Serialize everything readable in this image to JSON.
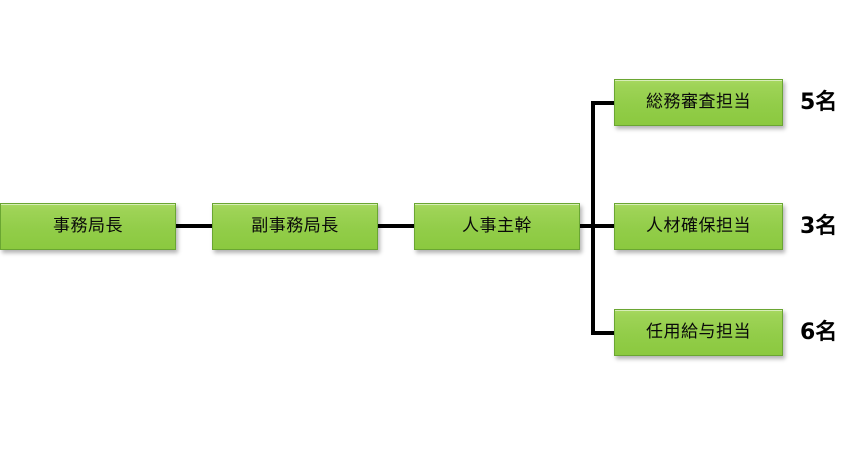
{
  "diagram": {
    "type": "organization-chart",
    "background_color": "#ffffff",
    "box_fill_color": "#93ce4a",
    "box_border_color": "#6aa632",
    "connector_color": "#000000",
    "chain": [
      {
        "label": "事務局長"
      },
      {
        "label": "副事務局長"
      },
      {
        "label": "人事主幹"
      }
    ],
    "branches": [
      {
        "label": "総務審査担当",
        "count": "5名"
      },
      {
        "label": "人材確保担当",
        "count": "3名"
      },
      {
        "label": "任用給与担当",
        "count": "6名"
      }
    ]
  }
}
